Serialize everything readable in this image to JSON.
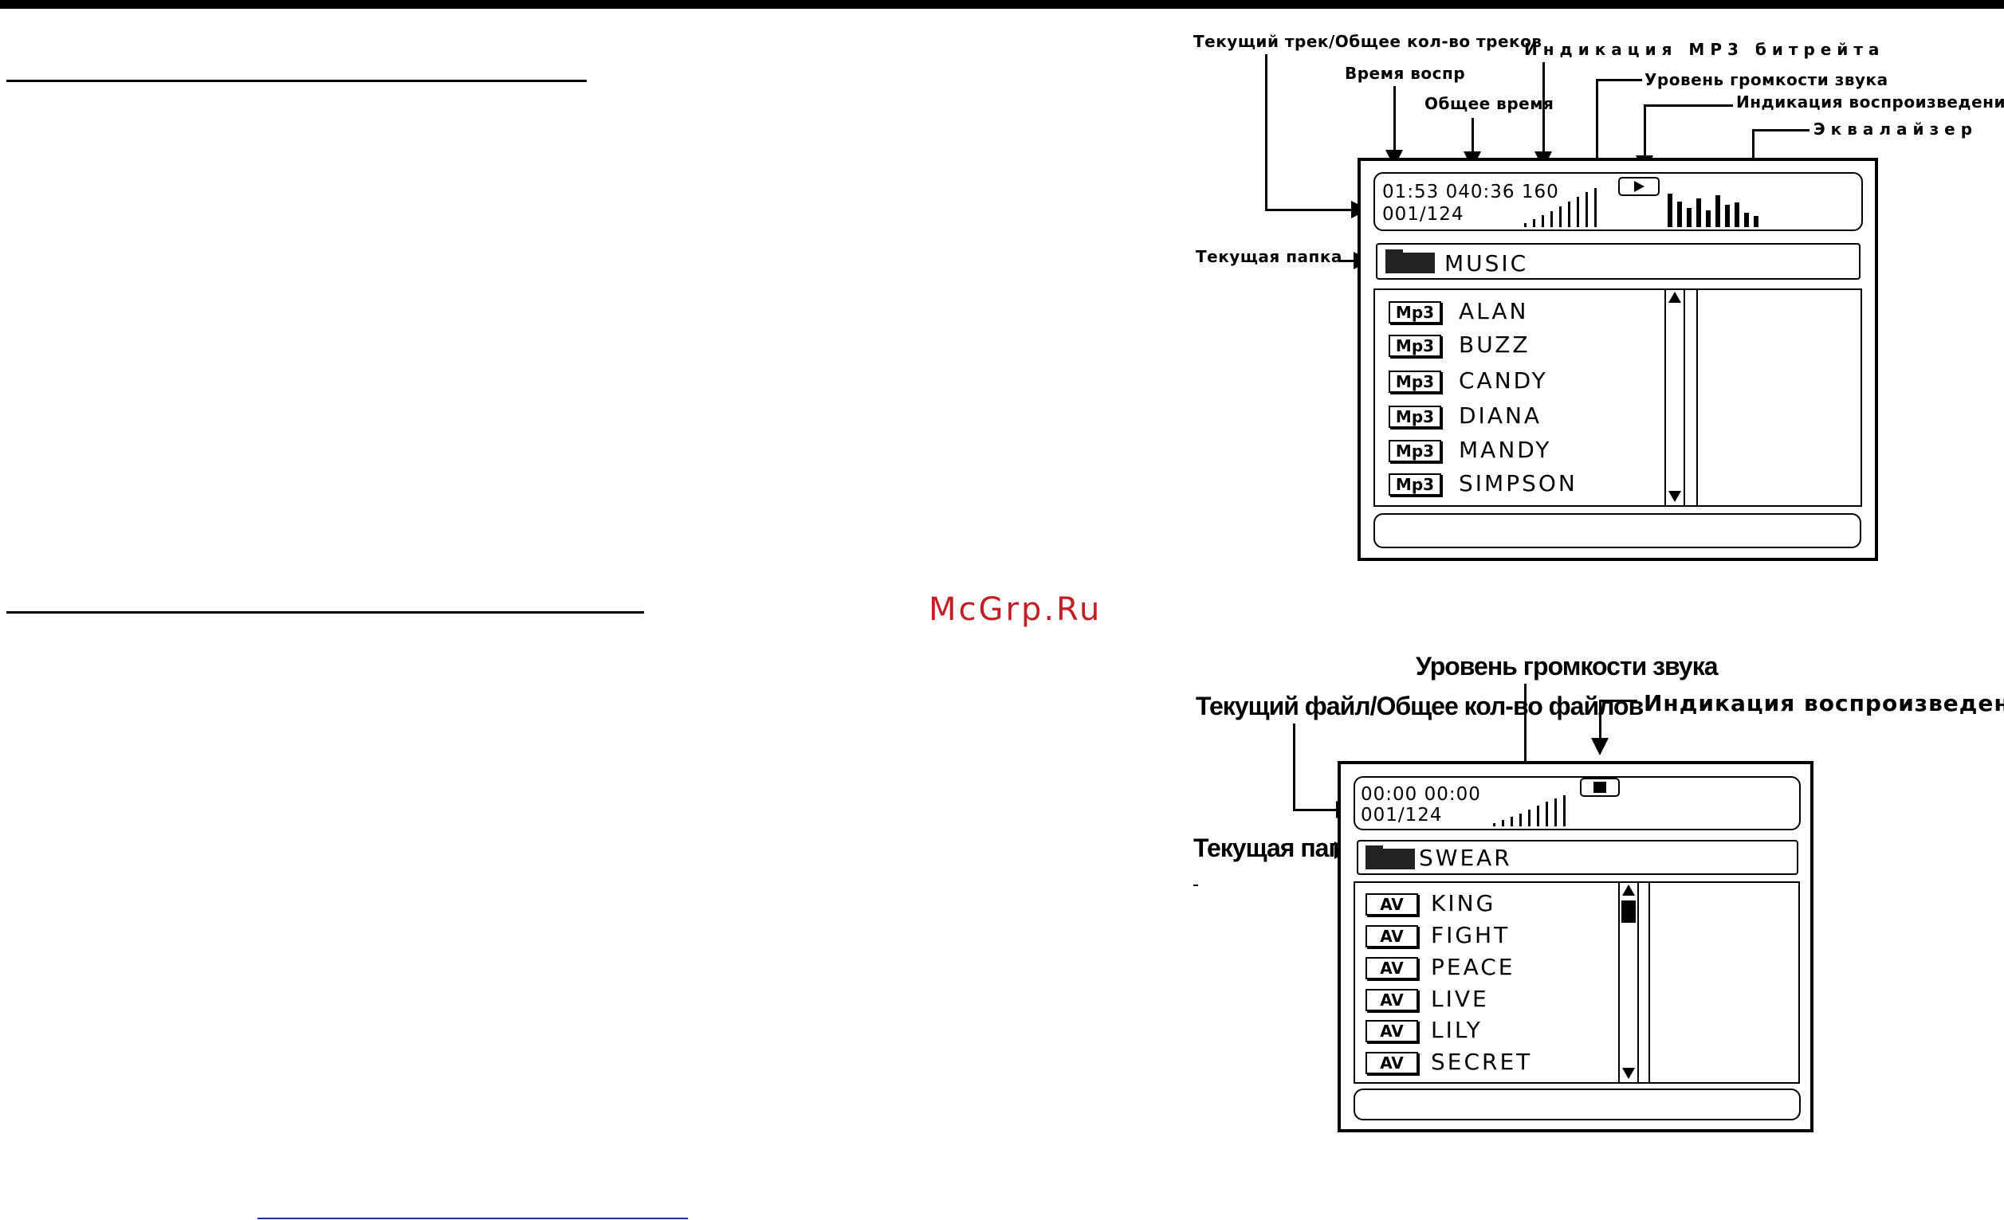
{
  "watermark": "McGrp.Ru",
  "diagram1": {
    "labels": {
      "current_track": "Текущий трек/Общее кол-во треков",
      "play_time": "Время воспр",
      "total_time": "Общее время",
      "bitrate": "Индикация MP3 битрейта",
      "volume": "Уровень громкости звука",
      "playback": "Индикация воспроизведения",
      "equalizer": "Эквалайзер",
      "folder": "Текущая папка"
    },
    "status": {
      "line1": "01:53  040:36  160",
      "line2": "001/124"
    },
    "folder_name": "MUSIC",
    "items": [
      {
        "badge": "Mp3",
        "name": "ALAN"
      },
      {
        "badge": "Mp3",
        "name": "BUZZ"
      },
      {
        "badge": "Mp3",
        "name": "CANDY"
      },
      {
        "badge": "Mp3",
        "name": "DIANA"
      },
      {
        "badge": "Mp3",
        "name": "MANDY"
      },
      {
        "badge": "Mp3",
        "name": "SIMPSON"
      }
    ]
  },
  "diagram2": {
    "labels": {
      "volume": "Уровень громкости звука",
      "current_file": "Текущий файл/Общее кол-во файлов",
      "playback": "Индикация воспроизведения",
      "folder": "Текущая папка"
    },
    "status": {
      "line1": "00:00  00:00",
      "line2": "001/124"
    },
    "folder_name": "SWEAR",
    "items": [
      {
        "badge": "AV",
        "name": "KING"
      },
      {
        "badge": "AV",
        "name": "FIGHT"
      },
      {
        "badge": "AV",
        "name": "PEACE"
      },
      {
        "badge": "AV",
        "name": "LIVE"
      },
      {
        "badge": "AV",
        "name": "LILY"
      },
      {
        "badge": "AV",
        "name": "SECRET"
      }
    ]
  }
}
